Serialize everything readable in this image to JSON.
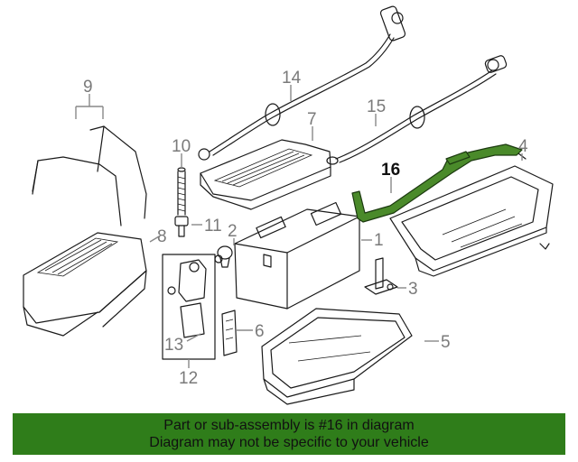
{
  "callouts": {
    "c1": "1",
    "c2": "2",
    "c3": "3",
    "c4": "4",
    "c5": "5",
    "c6": "6",
    "c7": "7",
    "c8": "8",
    "c9": "9",
    "c10": "10",
    "c11": "11",
    "c12": "12",
    "c13": "13",
    "c14": "14",
    "c15": "15",
    "c16": "16"
  },
  "highlight": {
    "part": "16",
    "color": "#4a8a2a"
  },
  "banner": {
    "line1": "Part or sub-assembly is #16 in diagram",
    "line2": "Diagram may not be specific to your vehicle",
    "background": "#2f7d1a"
  }
}
